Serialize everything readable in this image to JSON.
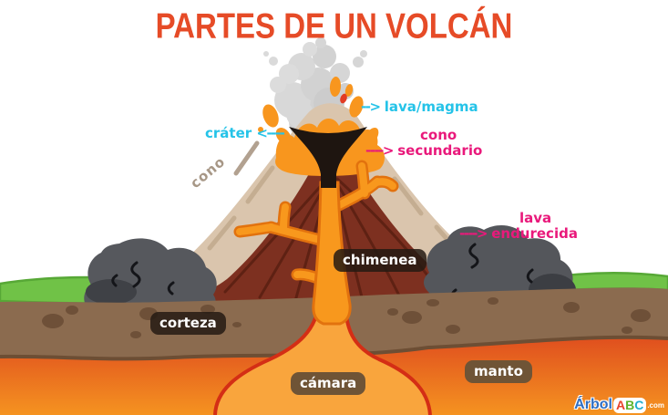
{
  "title": "PARTES DE UN VOLCÁN",
  "labels": {
    "lava_magma": {
      "arrow": "-->",
      "text": "lava/magma"
    },
    "crater": {
      "text": "cráter",
      "arrow": "<----"
    },
    "cono_secundario": {
      "line1": "cono",
      "arrow": "---->",
      "line2": "secundario"
    },
    "cono": {
      "text": "cono"
    },
    "lava_endurecida": {
      "line1": "lava",
      "arrow": "---->",
      "line2": "endurecida"
    },
    "chimenea": {
      "text": "chimenea"
    },
    "corteza": {
      "text": "corteza"
    },
    "camara": {
      "text": "cámara"
    },
    "manto": {
      "text": "manto"
    }
  },
  "colors": {
    "title": "#e64b27",
    "cyan_label": "#25c3e8",
    "pink_label": "#e9197b",
    "cono_label": "#a79786",
    "badge_dark_bg": "#241a13",
    "badge_brown_bg": "#6f5436",
    "grass_green": "#70c247",
    "soil_brown": "#8b6b4f",
    "magma_orange": "#f8981d",
    "mantle_red": "#d93a1e",
    "volcano_outer_tan": "#dac5ad",
    "volcano_inner_brown": "#7d3020",
    "hardened_lava_gray": "#55575c",
    "smoke_gray": "#d6d6d6"
  },
  "logo": {
    "arbol": "Árbol",
    "letters": [
      "A",
      "B",
      "C"
    ],
    "tld": ".com"
  }
}
